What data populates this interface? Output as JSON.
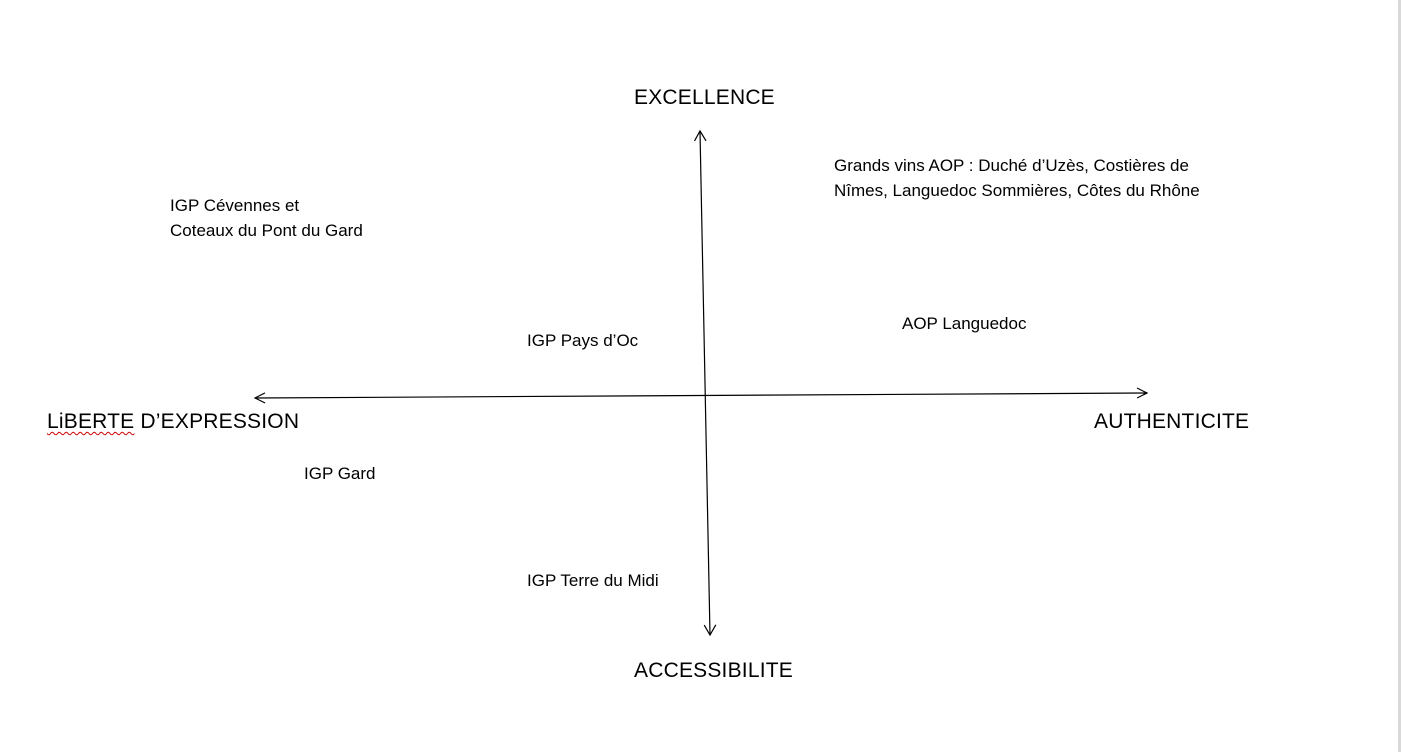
{
  "axes": {
    "top": "EXCELLENCE",
    "bottom": "ACCESSIBILITE",
    "left_misspelled_part": "LiBERTE",
    "left_rest": " D’EXPRESSION",
    "right": "AUTHENTICITE"
  },
  "labels": {
    "grands_vins": "Grands vins AOP : Duché d’Uzès, Costières de Nîmes, Languedoc Sommières, Côtes du Rhône",
    "igp_cevennes": "IGP Cévennes et\nCoteaux du Pont du Gard",
    "aop_languedoc": "AOP Languedoc",
    "igp_pays_doc": "IGP Pays d’Oc",
    "igp_gard": "IGP Gard",
    "igp_terre_midi": "IGP Terre du Midi"
  },
  "colors": {
    "axis_line": "#000000",
    "spellcheck_underline": "#d00000"
  }
}
